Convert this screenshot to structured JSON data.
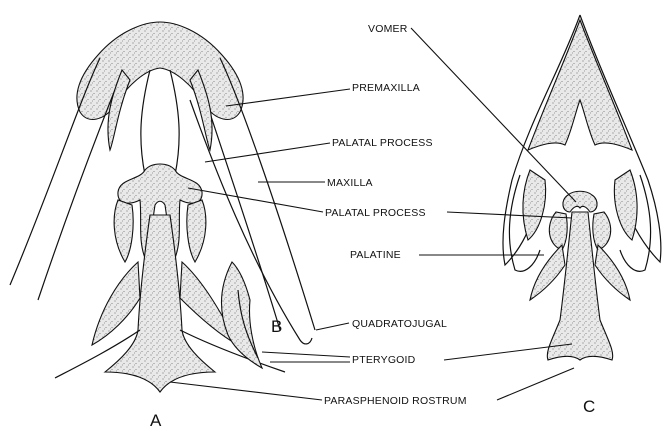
{
  "labels": {
    "vomer": "VOMER",
    "premaxilla": "PREMAXILLA",
    "palatal_process_1": "PALATAL PROCESS",
    "maxilla": "MAXILLA",
    "palatal_process_2": "PALATAL PROCESS",
    "palatine": "PALATINE",
    "quadratojugal": "QUADRATOJUGAL",
    "pterygoid": "PTERYGOID",
    "parasphenoid_rostrum": "PARASPHENOID ROSTRUM"
  },
  "panels": {
    "a": "A",
    "b": "B",
    "c": "C"
  },
  "colors": {
    "ink": "#111111",
    "background": "#ffffff"
  }
}
